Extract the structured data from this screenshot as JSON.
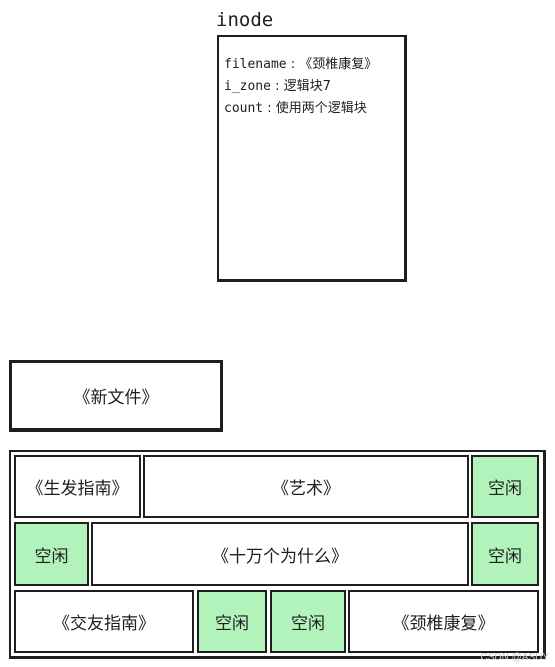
{
  "inode": {
    "title": "inode",
    "lines": [
      {
        "key": "filename",
        "sep": " : ",
        "value": "《颈椎康复》"
      },
      {
        "key": "i_zone",
        "sep": " : ",
        "value": "逻辑块7"
      },
      {
        "key": "count",
        "sep": " : ",
        "value": "使用两个逻辑块"
      }
    ]
  },
  "new_file": {
    "label": "《新文件》"
  },
  "disk_blocks": {
    "rows": [
      [
        {
          "label": "《生发指南》",
          "state": "used"
        },
        {
          "label": "《艺术》",
          "state": "used"
        },
        {
          "label": "空闲",
          "state": "free"
        }
      ],
      [
        {
          "label": "空闲",
          "state": "free"
        },
        {
          "label": "《十万个为什么》",
          "state": "used"
        },
        {
          "label": "空闲",
          "state": "free"
        }
      ],
      [
        {
          "label": "《交友指南》",
          "state": "used"
        },
        {
          "label": "空闲",
          "state": "free"
        },
        {
          "label": "空闲",
          "state": "free"
        },
        {
          "label": "《颈椎康复》",
          "state": "used"
        }
      ]
    ]
  },
  "colors": {
    "free": "#b2f2bb",
    "used": "#ffffff",
    "stroke": "#1e1e1e"
  },
  "watermark": "CSDN @ASUY"
}
